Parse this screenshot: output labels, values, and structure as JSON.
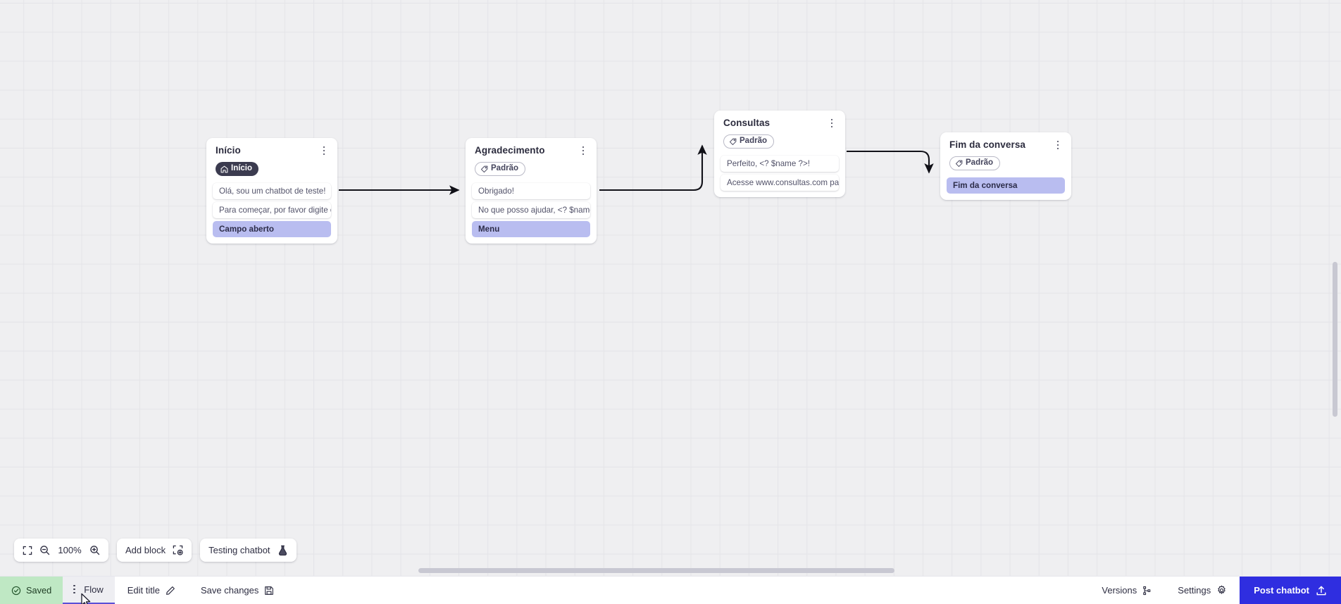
{
  "canvas": {
    "zoom_level": "100%",
    "toolbar": {
      "fit_icon": "fit-screen-icon",
      "zoom_out_icon": "zoom-out-icon",
      "zoom_in_icon": "zoom-in-icon",
      "add_block_label": "Add block",
      "add_block_icon": "add-block-icon",
      "testing_label": "Testing chatbot",
      "testing_icon": "flask-icon"
    }
  },
  "nodes": [
    {
      "id": "inicio",
      "title": "Início",
      "badge": {
        "label": "Início",
        "type": "start",
        "icon": "home-icon"
      },
      "kebab_icon": "kebab-menu-icon",
      "blocks": [
        {
          "text": "Olá, sou um chatbot de teste!",
          "accent": false
        },
        {
          "text": "Para começar, por favor digite o ...",
          "accent": false
        },
        {
          "text": "Campo aberto",
          "accent": true
        }
      ]
    },
    {
      "id": "agradecimento",
      "title": "Agradecimento",
      "badge": {
        "label": "Padrão",
        "type": "default",
        "icon": "tag-icon"
      },
      "kebab_icon": "kebab-menu-icon",
      "blocks": [
        {
          "text": "Obrigado!",
          "accent": false
        },
        {
          "text": "No que posso ajudar, <? $name ...",
          "accent": false
        },
        {
          "text": "Menu",
          "accent": true
        }
      ]
    },
    {
      "id": "consultas",
      "title": "Consultas",
      "badge": {
        "label": "Padrão",
        "type": "default",
        "icon": "tag-icon"
      },
      "kebab_icon": "kebab-menu-icon",
      "blocks": [
        {
          "text": "Perfeito, <? $name ?>!",
          "accent": false
        },
        {
          "text": "Acesse www.consultas.com par...",
          "accent": false
        }
      ]
    },
    {
      "id": "fim",
      "title": "Fim da conversa",
      "badge": {
        "label": "Padrão",
        "type": "default",
        "icon": "tag-icon"
      },
      "kebab_icon": "kebab-menu-icon",
      "blocks": [
        {
          "text": "Fim da conversa",
          "accent": true
        }
      ]
    }
  ],
  "bottombar": {
    "saved_label": "Saved",
    "saved_icon": "check-circle-icon",
    "flow_tab_label": "Flow",
    "flow_tab_kebab_icon": "kebab-menu-icon",
    "edit_title_label": "Edit title",
    "edit_title_icon": "pencil-icon",
    "save_changes_label": "Save changes",
    "save_changes_icon": "floppy-disk-icon",
    "versions_label": "Versions",
    "versions_icon": "branch-icon",
    "settings_label": "Settings",
    "settings_icon": "gear-icon",
    "post_label": "Post chatbot",
    "post_icon": "upload-icon"
  },
  "colors": {
    "accent_block": "#b9bdf0",
    "post_button": "#2f2ee0",
    "saved_chip": "#bfe8c4",
    "active_tab_underline": "#5b4fd6",
    "canvas_bg": "#efeff1"
  }
}
